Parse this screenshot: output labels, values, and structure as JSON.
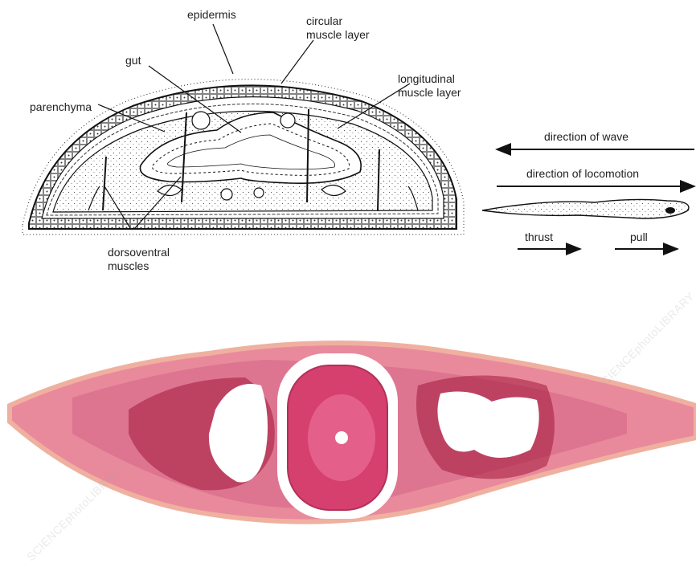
{
  "diagram": {
    "labels": {
      "epidermis": "epidermis",
      "circular_1": "circular",
      "circular_2": "muscle layer",
      "longitudinal_1": "longitudinal",
      "longitudinal_2": "muscle layer",
      "gut": "gut",
      "parenchyma": "parenchyma",
      "dorsoventral_1": "dorsoventral",
      "dorsoventral_2": "muscles"
    },
    "locomotion": {
      "wave": "direction of wave",
      "locomotion": "direction of locomotion",
      "thrust": "thrust",
      "pull": "pull"
    }
  },
  "micrograph": {
    "watermark": "SCIENCEphotoLIBRARY",
    "colors": {
      "tissue": "#e98a9c",
      "edge": "#f0b0a0",
      "pharynx": "#d6406e",
      "pharynx_core": "#e4608a",
      "gut_dark": "#a3173d"
    }
  }
}
